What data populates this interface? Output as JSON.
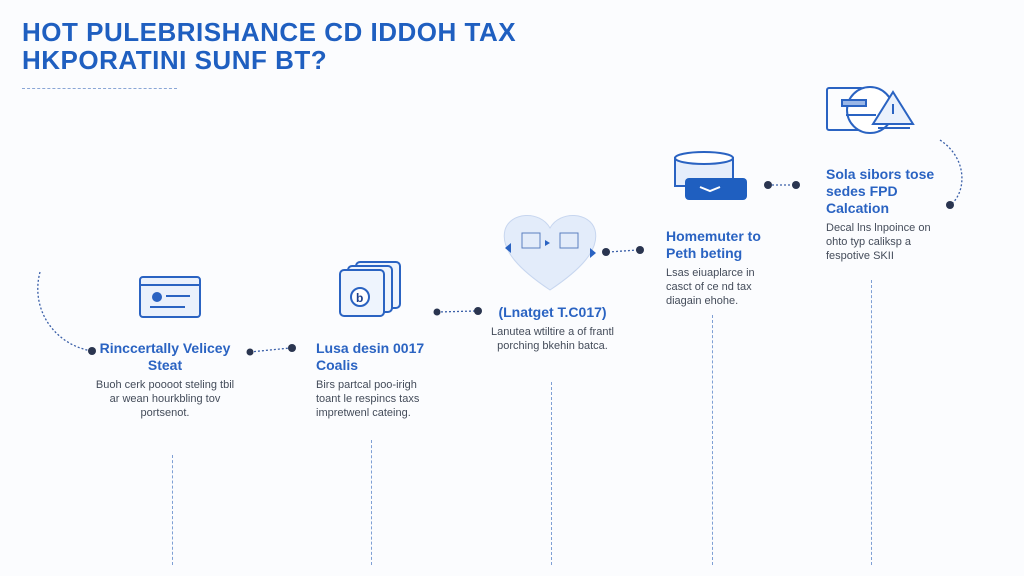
{
  "header": {
    "line1": "HOT PULEBRISHANCE CD IDDOH TAX",
    "line2": "HKPORATINI SUNF BT?"
  },
  "steps": [
    {
      "title": "Rinccertally Velicey Steat",
      "desc": "Buoh cerk poooot steling tbil ar wean hourkbling tov portsenot.",
      "icon": "browser-window-icon"
    },
    {
      "title": "Lusa desin 0017 Coalis",
      "desc": "Birs partcal poo-irigh toant le respincs taxs impretwenl cateing.",
      "icon": "document-stack-icon"
    },
    {
      "title": "(Lnatget T.C017)",
      "desc": "Lanuteа wtiltire a of frantl porching bkehin batca.",
      "icon": "heart-icon"
    },
    {
      "title": "Homemuter to Peth beting",
      "desc": "Lsas eiuaplarce in casct of ce nd tax diagain ehohe.",
      "icon": "database-icon"
    },
    {
      "title": "Sola sibors tose sedes FPD Calcation",
      "desc": "Decal lns lnpoince on ohto typ caliksp a fespotive SKII",
      "icon": "calculator-warning-icon"
    }
  ],
  "colors": {
    "accent": "#1f5fc0",
    "line": "#7e9fd4"
  }
}
